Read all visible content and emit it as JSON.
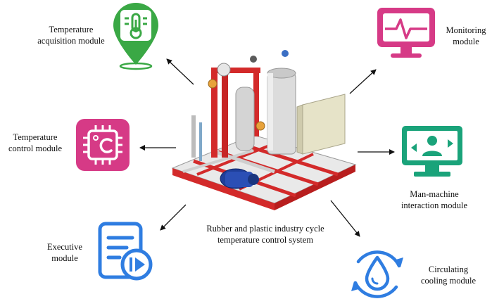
{
  "center": {
    "caption_line1": "Rubber and plastic industry cycle",
    "caption_line2": "temperature control system"
  },
  "modules": {
    "temperature_acquisition": {
      "line1": "Temperature",
      "line2": "acquisition module",
      "icon": "thermometer-pin-icon",
      "color": "#3aa845"
    },
    "monitoring": {
      "line1": "Monitoring",
      "line2": "module",
      "icon": "monitor-pulse-icon",
      "color": "#d63a86"
    },
    "temperature_control": {
      "line1": "Temperature",
      "line2": "control module",
      "icon": "celsius-chip-icon",
      "color": "#d63a86"
    },
    "man_machine": {
      "line1": "Man-machine",
      "line2": "interaction module",
      "icon": "monitor-user-icon",
      "color": "#1aa37a"
    },
    "executive": {
      "line1": "Executive",
      "line2": "module",
      "icon": "document-play-icon",
      "color": "#2f7de1"
    },
    "circulating_cooling": {
      "line1": "Circulating",
      "line2": "cooling module",
      "icon": "water-drop-cycle-icon",
      "color": "#2f7de1"
    }
  }
}
